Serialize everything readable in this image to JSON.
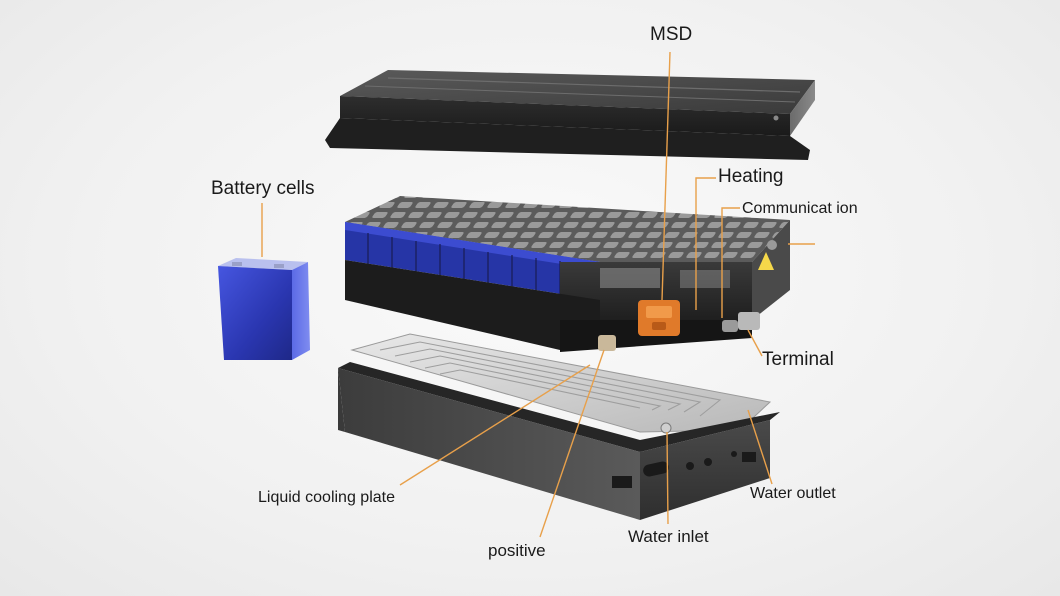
{
  "labels": {
    "msd": "MSD",
    "heating": "Heating",
    "communication": "Communicat ion",
    "battery_cells": "Battery cells",
    "terminal": "Terminal",
    "liquid_cooling_plate": "Liquid cooling plate",
    "water_outlet": "Water outlet",
    "water_inlet": "Water inlet",
    "positive": "positive"
  },
  "colors": {
    "leader": "#e8a04a",
    "cell_blue": "#2f3fbf",
    "housing": "#2a2a2a",
    "connector_orange": "#e07a2a"
  }
}
